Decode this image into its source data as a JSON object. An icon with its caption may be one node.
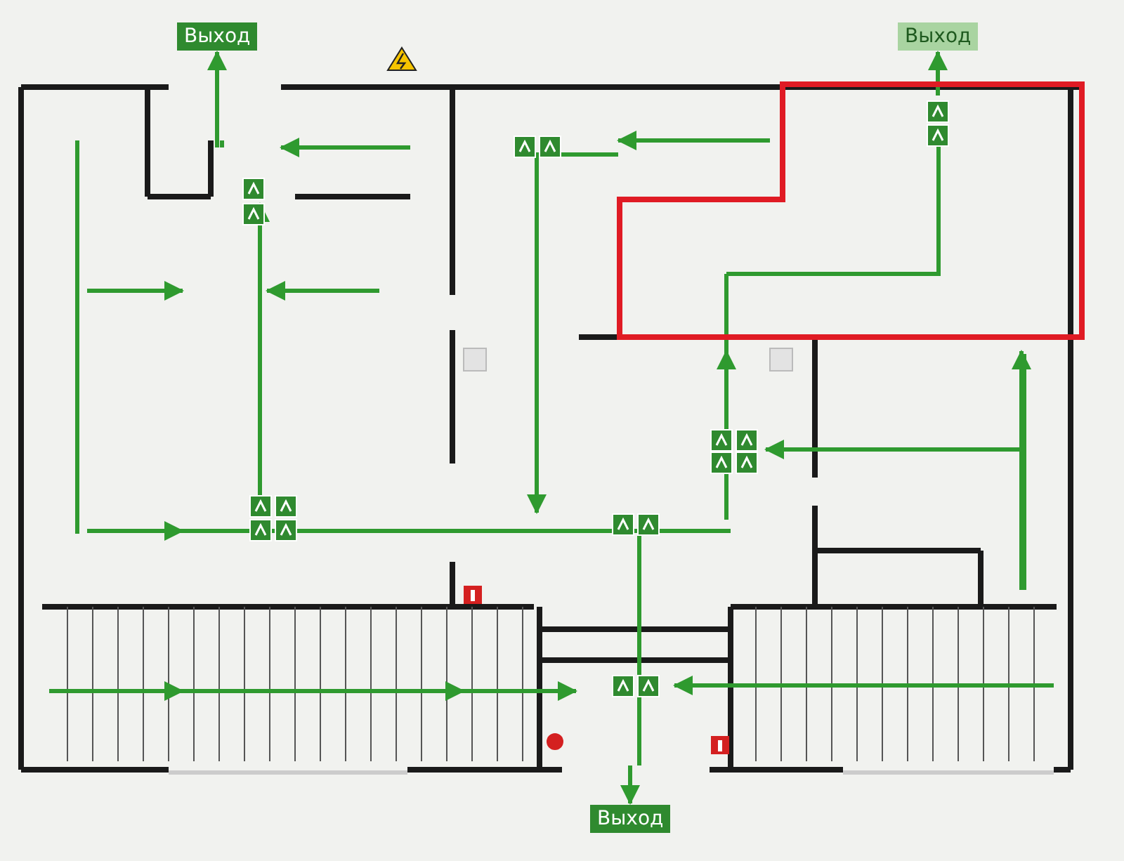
{
  "diagram": {
    "nodes": [
      {
        "text": [
          "Выход"
        ]
      },
      {
        "text": [
          "Выход"
        ]
      },
      {
        "text": [
          "Выход"
        ]
      }
    ],
    "edges": [
      {
        "from": null,
        "to": 0,
        "arrow": "to"
      },
      {
        "from": null,
        "to": 1,
        "arrow": "to"
      },
      {
        "from": null,
        "to": 2,
        "arrow": "to"
      }
    ]
  }
}
